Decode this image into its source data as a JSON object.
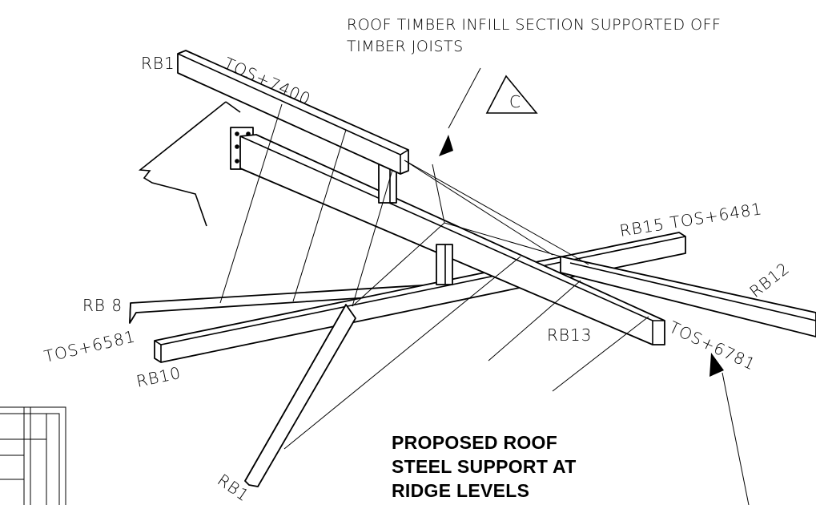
{
  "note": {
    "line1": "ROOF TIMBER INFILL SECTION SUPPORTED OFF",
    "line2": "TIMBER JOISTS"
  },
  "section_marker": "C",
  "labels": {
    "rb1": "RB1",
    "tos_7400": "TOS+7400",
    "rb15_tos": "RB15 TOS+6481",
    "rb12": "RB12",
    "rb8": "RB 8",
    "tos_6581": "TOS+6581",
    "rb10": "RB10",
    "rb13": "RB13",
    "tos_6781": "TOS+6781",
    "rb_bottom": "RB1"
  },
  "title": {
    "line1": "PROPOSED ROOF",
    "line2": "STEEL SUPPORT AT",
    "line3": "RIDGE LEVELS"
  }
}
